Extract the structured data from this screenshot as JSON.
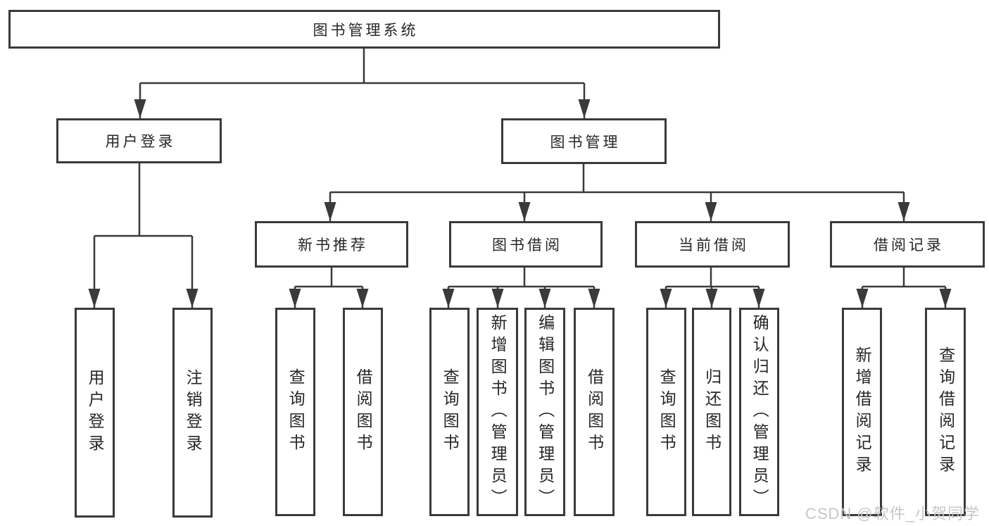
{
  "diagram": {
    "type": "tree",
    "background": "#ffffff",
    "line_color": "#3a3a3a",
    "text_color": "#262626",
    "watermark": "CSDN @软件_小贺同学",
    "watermark_color": "#c7c7cb",
    "nodes": {
      "root": {
        "label": "图书管理系统"
      },
      "user_login": {
        "label": "用户登录"
      },
      "book_mgmt": {
        "label": "图书管理"
      },
      "new_book_rec": {
        "label": "新书推荐"
      },
      "book_borrow": {
        "label": "图书借阅"
      },
      "current_borrow": {
        "label": "当前借阅"
      },
      "borrow_record": {
        "label": "借阅记录"
      },
      "login": {
        "label": "用户登录"
      },
      "logout": {
        "label": "注销登录"
      },
      "rec_query_book": {
        "label": "查询图书"
      },
      "rec_borrow_book": {
        "label": "借阅图书"
      },
      "bor_query_book": {
        "label": "查询图书"
      },
      "bor_add_book": {
        "label": "新增图书（管理员）"
      },
      "bor_edit_book": {
        "label": "编辑图书（管理员）"
      },
      "bor_borrow_book": {
        "label": "借阅图书"
      },
      "cur_query_book": {
        "label": "查询图书"
      },
      "cur_return_book": {
        "label": "归还图书"
      },
      "cur_confirm_return": {
        "label": "确认归还（管理员）"
      },
      "rcd_add_record": {
        "label": "新增借阅记录"
      },
      "rcd_query_record": {
        "label": "查询借阅记录"
      }
    },
    "edges": [
      [
        "root",
        "user_login"
      ],
      [
        "root",
        "book_mgmt"
      ],
      [
        "user_login",
        "login"
      ],
      [
        "user_login",
        "logout"
      ],
      [
        "book_mgmt",
        "new_book_rec"
      ],
      [
        "book_mgmt",
        "book_borrow"
      ],
      [
        "book_mgmt",
        "current_borrow"
      ],
      [
        "book_mgmt",
        "borrow_record"
      ],
      [
        "new_book_rec",
        "rec_query_book"
      ],
      [
        "new_book_rec",
        "rec_borrow_book"
      ],
      [
        "book_borrow",
        "bor_query_book"
      ],
      [
        "book_borrow",
        "bor_add_book"
      ],
      [
        "book_borrow",
        "bor_edit_book"
      ],
      [
        "book_borrow",
        "bor_borrow_book"
      ],
      [
        "current_borrow",
        "cur_query_book"
      ],
      [
        "current_borrow",
        "cur_return_book"
      ],
      [
        "current_borrow",
        "cur_confirm_return"
      ],
      [
        "borrow_record",
        "rcd_add_record"
      ],
      [
        "borrow_record",
        "rcd_query_record"
      ]
    ]
  }
}
